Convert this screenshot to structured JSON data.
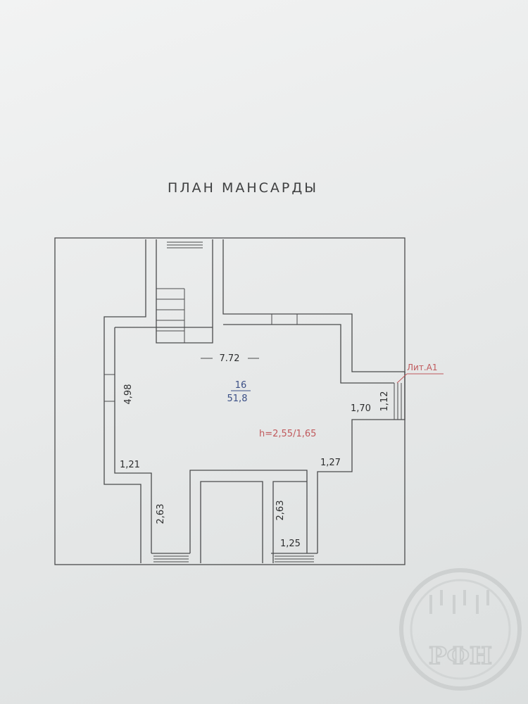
{
  "title": "ПЛАН МАНСАРДЫ",
  "room": {
    "number": "16",
    "area": "51,8",
    "height": "h=2,55/1,65"
  },
  "dimensions": {
    "width_top": "7.72",
    "left_height": "4,98",
    "left_step": "1,21",
    "left_lower": "2,63",
    "right_lower": "2,63",
    "right_step": "1,27",
    "right_ledge": "1,70",
    "right_window": "1,12",
    "bottom_opening": "1,25"
  },
  "lit_label": "Лит.А1",
  "seal": {
    "letters": "РФН",
    "color": "#c9cccc"
  },
  "colors": {
    "lines": "#4a4b4c",
    "room_label": "#3b4f86",
    "red_annotation": "#c0595c"
  }
}
